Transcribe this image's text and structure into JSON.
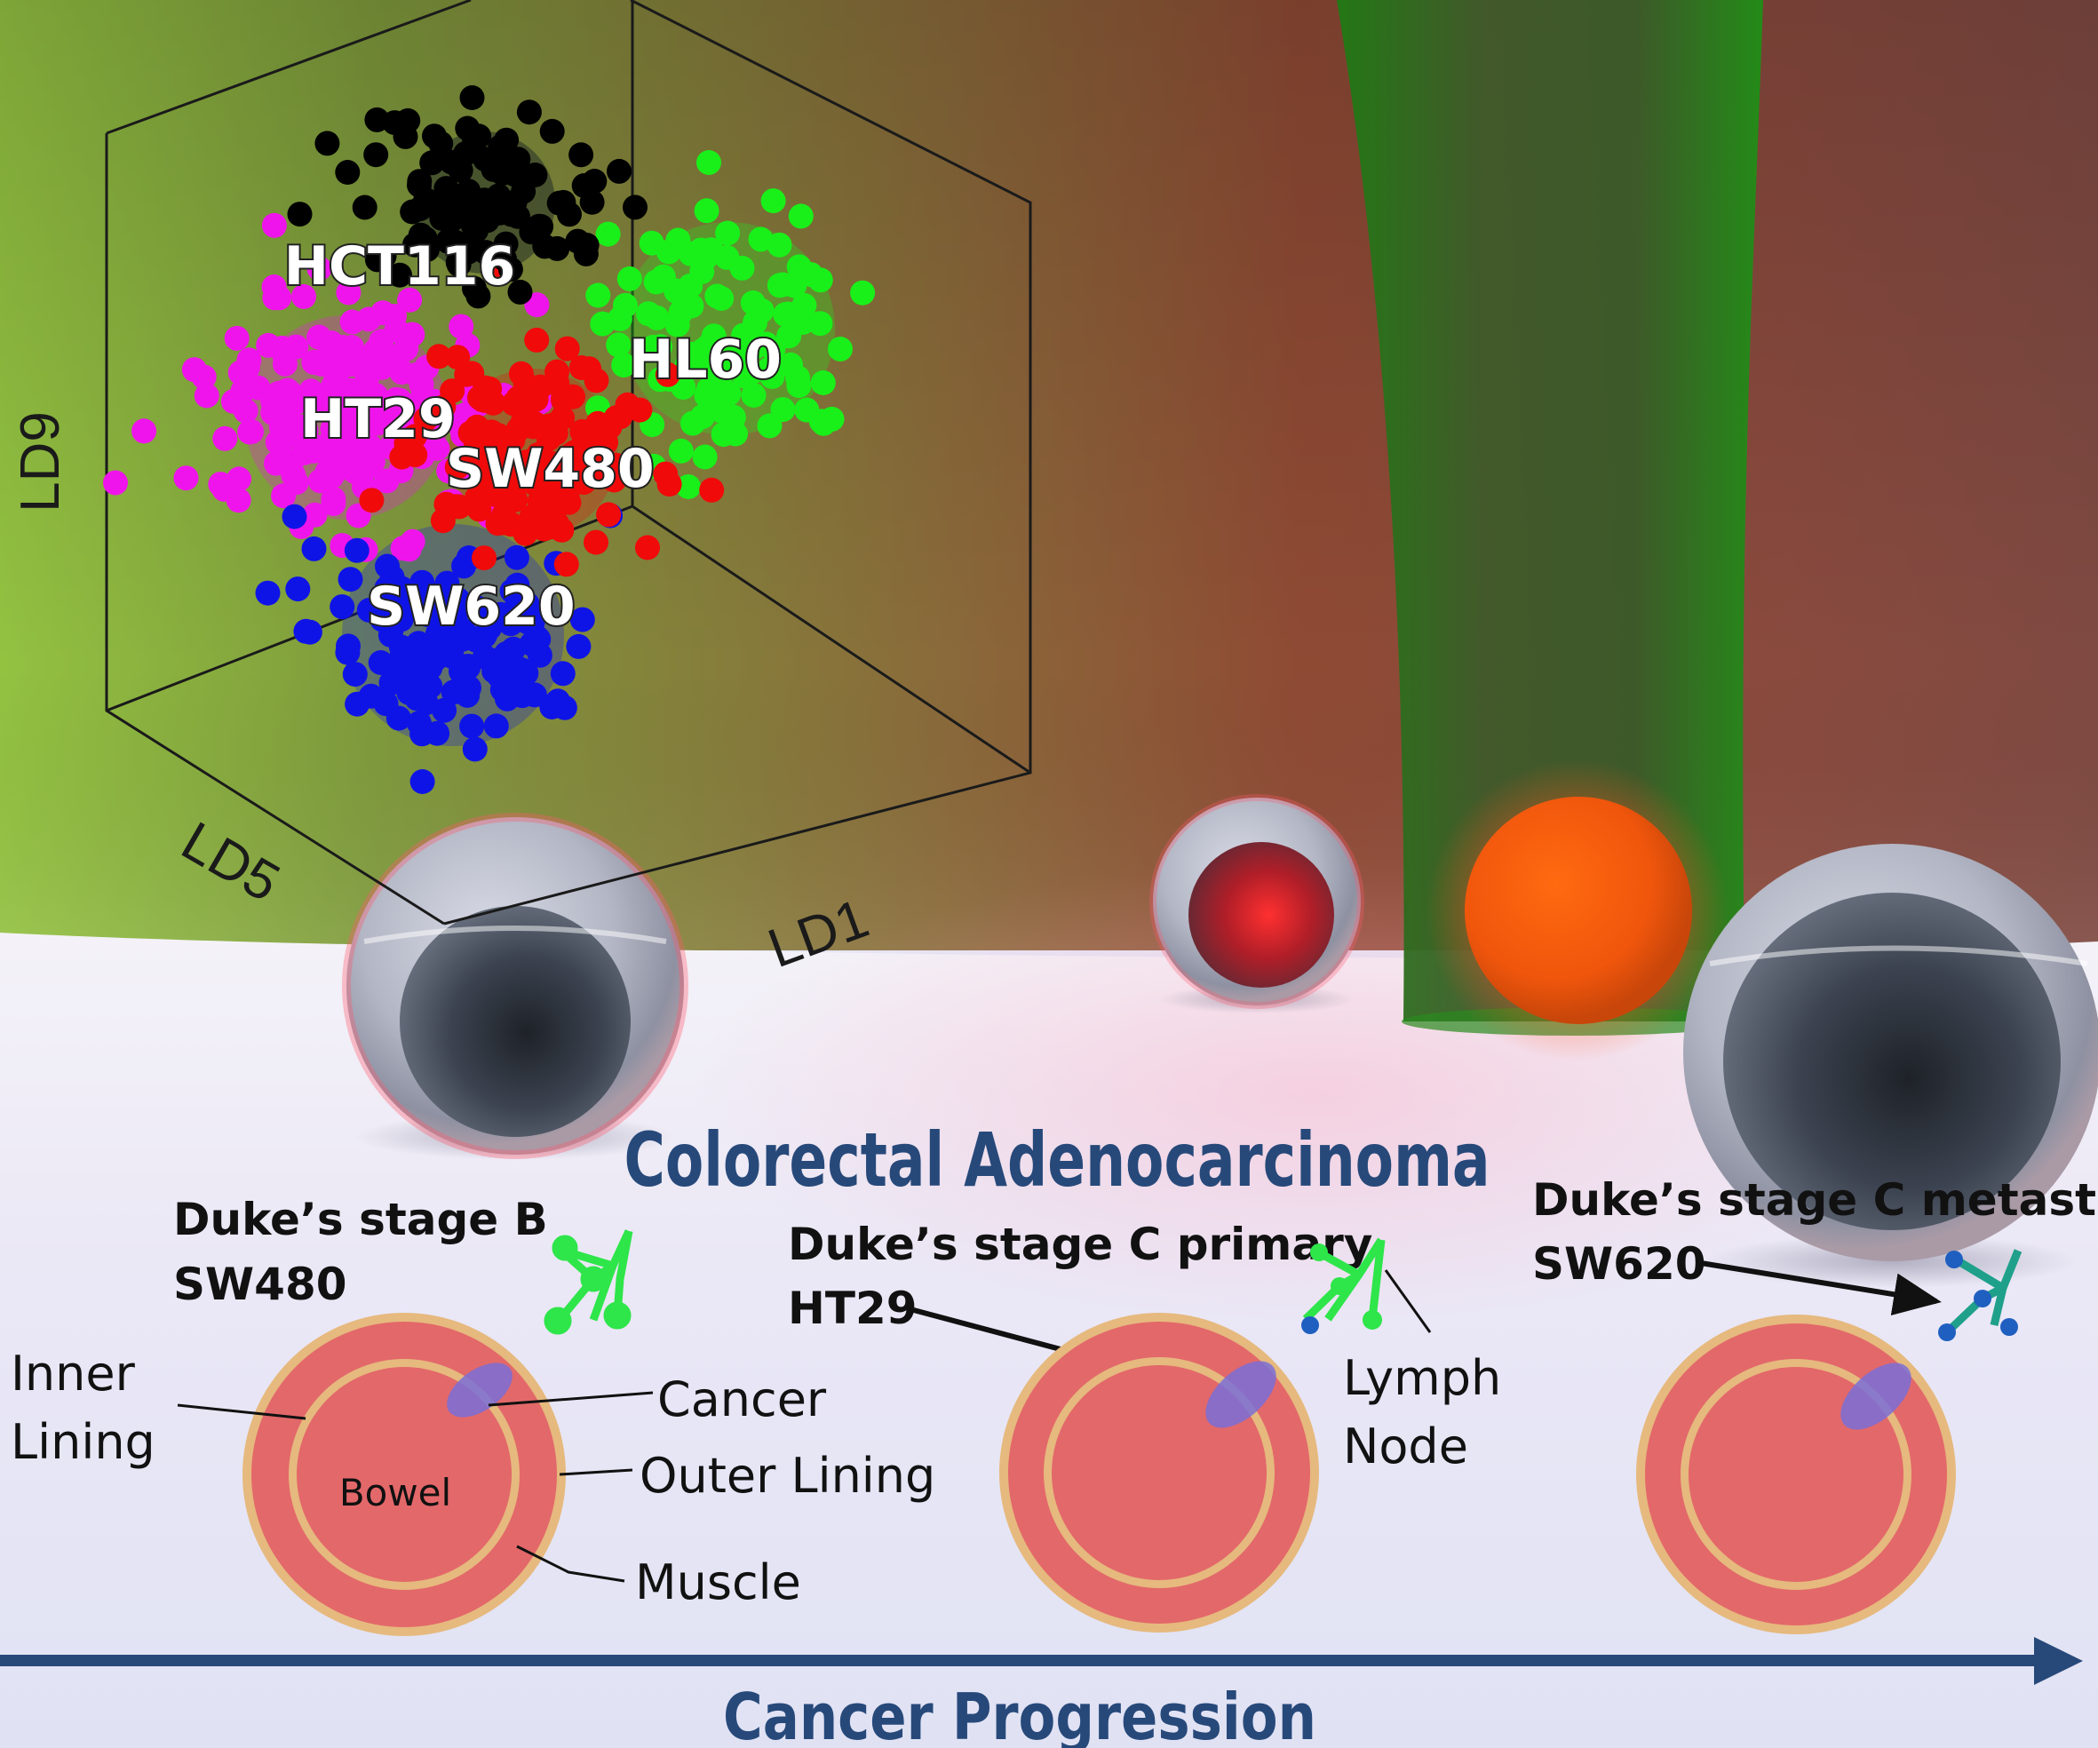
{
  "colors": {
    "HCT116": "#000000",
    "HL60": "#19f019",
    "HT29": "#f014ec",
    "SW480": "#f00a0a",
    "SW620": "#0f14e6",
    "title": "#27497a",
    "bowel": "#e3686a",
    "lining": "#e6b97e",
    "cancer": "#7a6fd6",
    "lymph_green": "#2ee54a",
    "lymph_blue": "#1f5fc0"
  },
  "scatter": {
    "axes": {
      "x": "LD1",
      "y": "LD9",
      "z": "LD5"
    },
    "clusters": [
      {
        "id": "HCT116",
        "label": "HCT116"
      },
      {
        "id": "HL60",
        "label": "HL60"
      },
      {
        "id": "HT29",
        "label": "HT29"
      },
      {
        "id": "SW480",
        "label": "SW480"
      },
      {
        "id": "SW620",
        "label": "SW620"
      }
    ]
  },
  "diagram": {
    "title": "Colorectal Adenocarcinoma",
    "stages": [
      {
        "line1": "Duke’s stage B",
        "line2": "SW480"
      },
      {
        "line1": "Duke’s stage C primary",
        "line2": "HT29"
      },
      {
        "line1": "Duke’s stage C metastasis",
        "line2": "SW620"
      }
    ],
    "labels": {
      "inner_lining_1": "Inner",
      "inner_lining_2": "Lining",
      "cancer": "Cancer",
      "outer_lining": "Outer Lining",
      "bowel": "Bowel",
      "muscle": "Muscle",
      "lymph_1": "Lymph",
      "lymph_2": "Node"
    },
    "progression": "Cancer Progression"
  }
}
